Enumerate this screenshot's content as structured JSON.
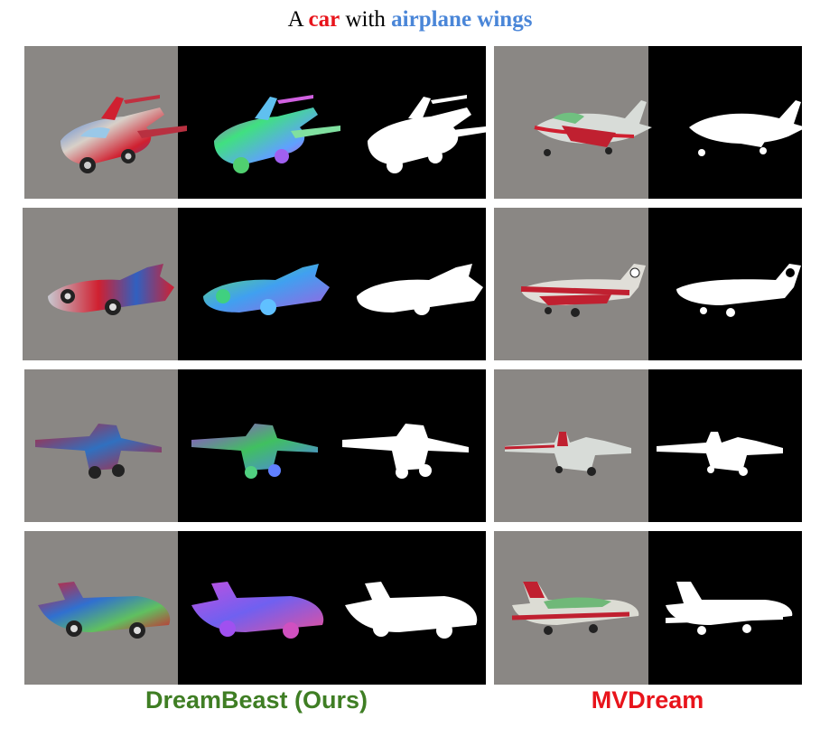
{
  "title": {
    "prefix": "A ",
    "word1": "car",
    "middle": " with ",
    "word2": "airplane wings"
  },
  "captions": {
    "left": "DreamBeast (Ours)",
    "right": "MVDream"
  },
  "colors": {
    "caption_left": "#3f7e24",
    "caption_right": "#e8141b",
    "title_highlight_red": "#e8141b",
    "title_highlight_blue": "#4a86d8",
    "render_background": "#8a8784",
    "dark_background": "#000000"
  },
  "grid": {
    "rows": 4,
    "left_method": {
      "name_ref": "captions.left",
      "views_per_row": [
        "rgb-render",
        "normal-map",
        "silhouette-mask"
      ]
    },
    "right_method": {
      "name_ref": "captions.right",
      "views_per_row": [
        "rgb-render",
        "silhouette-mask"
      ]
    }
  }
}
